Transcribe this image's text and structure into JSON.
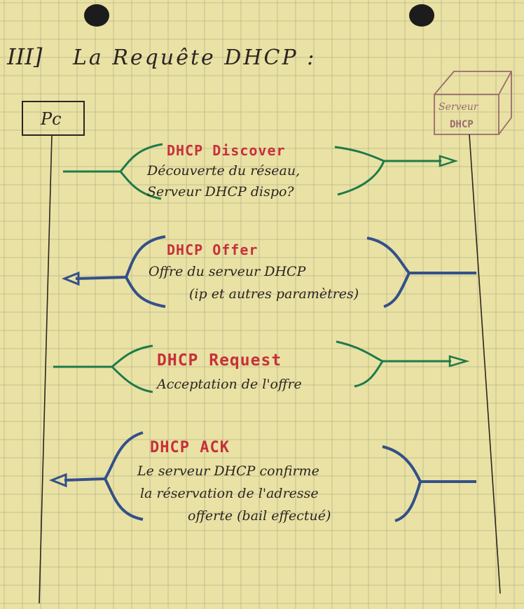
{
  "title": {
    "section": "III]",
    "text": "La Requête DHCP :"
  },
  "actors": {
    "client": "Pc",
    "server_line1": "Serveur",
    "server_line2": "DHCP"
  },
  "messages": [
    {
      "name": "DHCP Discover",
      "lines": [
        "Découverte du réseau,",
        "Serveur DHCP dispo?"
      ]
    },
    {
      "name": "DHCP Offer",
      "lines": [
        "Offre du serveur DHCP",
        "(ip et autres paramètres)"
      ]
    },
    {
      "name": "DHCP Request",
      "lines": [
        "Acceptation de l'offre"
      ]
    },
    {
      "name": "DHCP ACK",
      "lines": [
        "Le serveur DHCP confirme",
        "la réservation de l'adresse",
        "offerte (bail effectué)"
      ]
    }
  ],
  "colors": {
    "paper": "#e9e2a4",
    "grid": "#b9b48a",
    "ink_black": "#2b2422",
    "ink_red": "#c8303a",
    "ink_green": "#1e7a4a",
    "ink_blue": "#34508a",
    "ink_server": "#9a6a6e"
  }
}
